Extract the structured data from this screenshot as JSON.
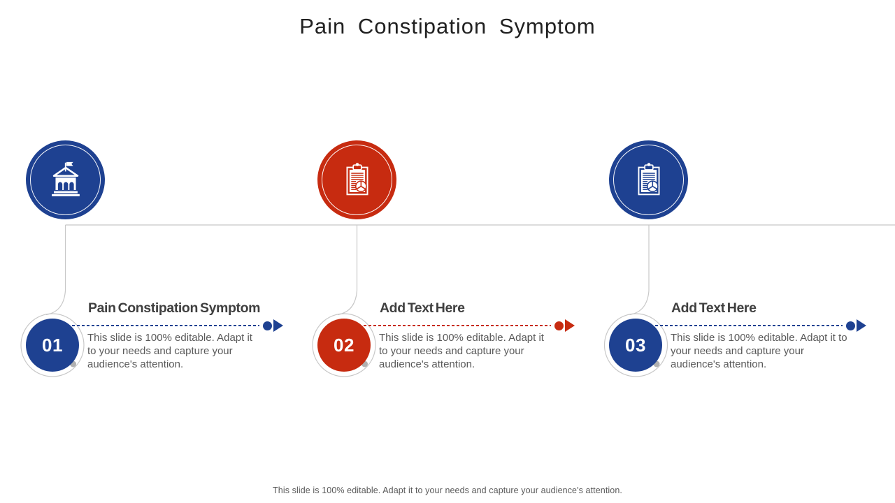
{
  "slide": {
    "title": "Pain Constipation Symptom",
    "footer": "This slide is 100% editable. Adapt it to your needs and capture your audience's attention.",
    "items": [
      {
        "number": "01",
        "heading": "Pain Constipation Symptom",
        "body": "This slide is 100% editable. Adapt it to your needs and capture your audience's attention.",
        "icon": "bank-building-icon",
        "accent": "#1e4191"
      },
      {
        "number": "02",
        "heading": "Add Text Here",
        "body": "This slide is 100% editable. Adapt it to your needs and capture your audience's attention.",
        "icon": "clipboard-report-icon",
        "accent": "#c72b10"
      },
      {
        "number": "03",
        "heading": "Add Text Here",
        "body": "This slide is 100% editable. Adapt it to your needs and capture your audience's attention.",
        "icon": "clipboard-report-icon",
        "accent": "#1e4191"
      }
    ],
    "colors": {
      "blue": "#1e4191",
      "red": "#c72b10",
      "connector_gray": "#c8c8c8",
      "heading_text": "#3f3f3f",
      "body_text": "#595959",
      "title_text": "#212121"
    }
  }
}
